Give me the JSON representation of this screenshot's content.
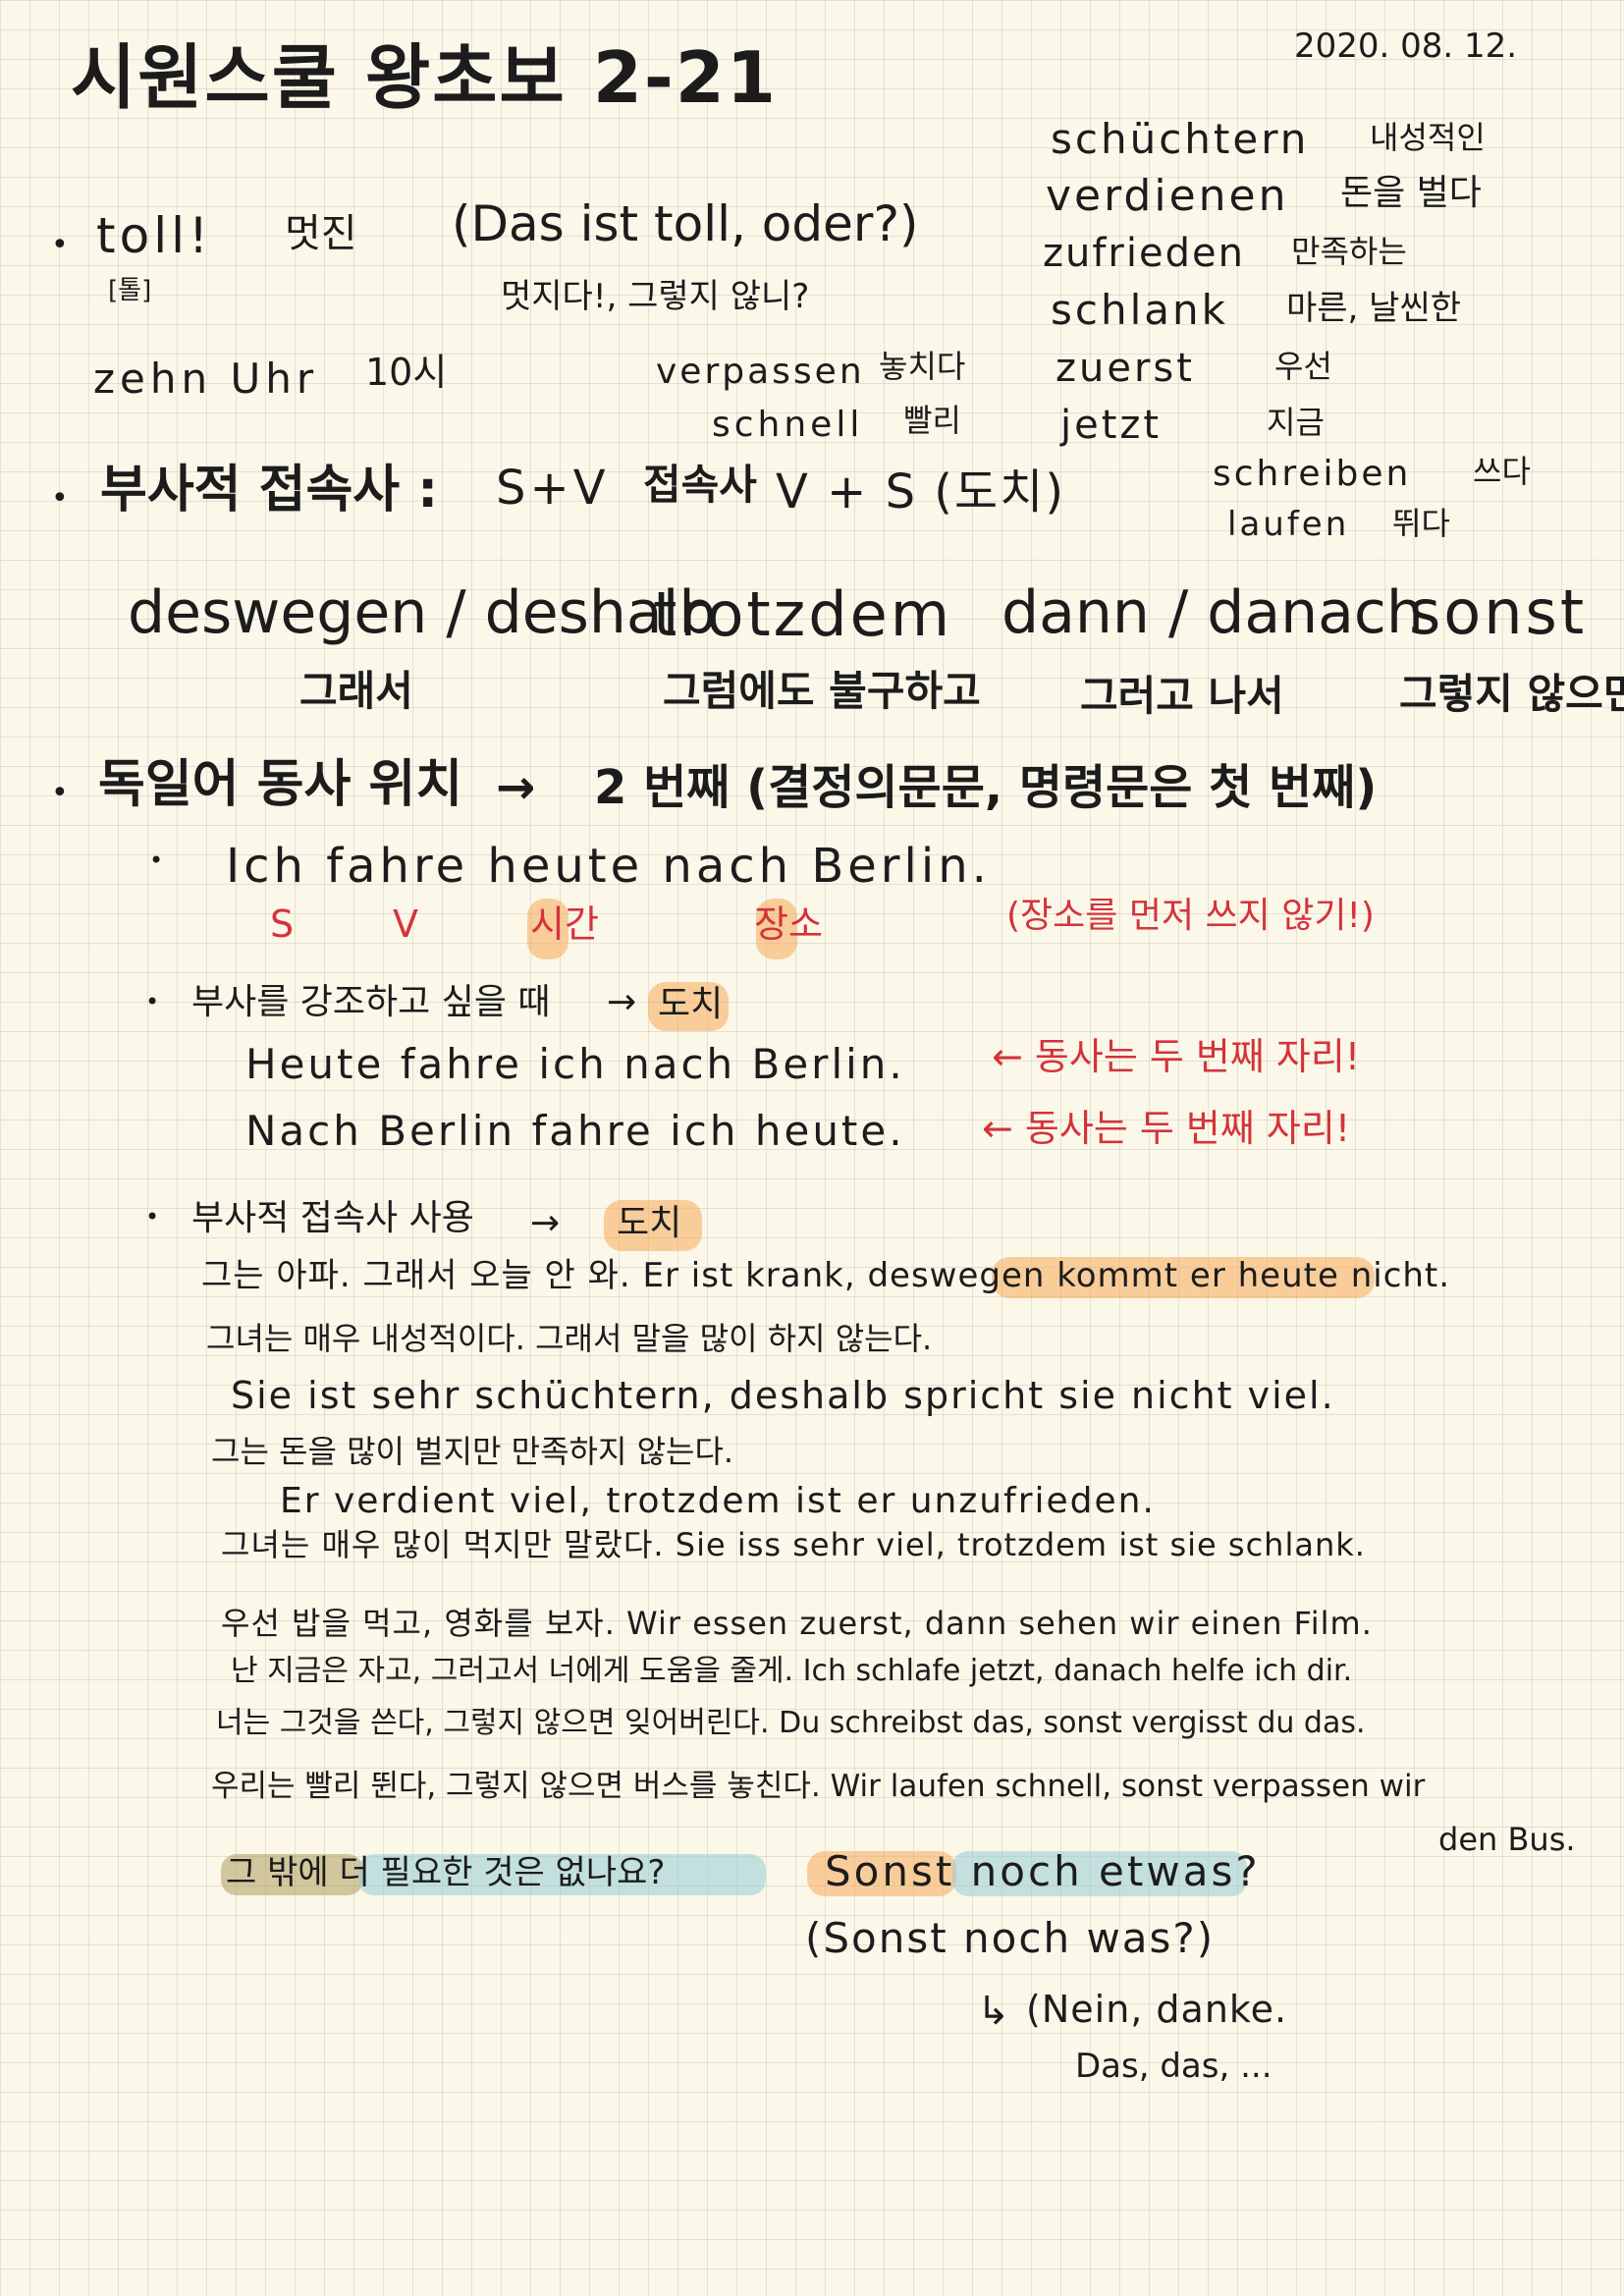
{
  "title": "시원스쿨 왕초보 2-21",
  "date": "2020. 08. 12.",
  "vocab": [
    {
      "de": "schüchtern",
      "ko": "내성적인"
    },
    {
      "de": "verdienen",
      "ko": "돈을 벌다"
    },
    {
      "de": "zufrieden",
      "ko": "만족하는"
    },
    {
      "de": "schlank",
      "ko": "마른, 날씬한"
    },
    {
      "de": "zuerst",
      "ko": "우선"
    },
    {
      "de": "jetzt",
      "ko": "지금"
    }
  ],
  "vocab_extra": [
    {
      "de": "schreiben",
      "ko": "쓰다"
    },
    {
      "de": "laufen",
      "ko": "뛰다"
    }
  ],
  "toll": {
    "word": "toll!",
    "meaning": "멋진",
    "pron": "[톨]",
    "example": "(Das ist toll, oder?)",
    "example_ko": "멋지다!, 그렇지 않니?"
  },
  "zehn_uhr": {
    "de": "zehn Uhr",
    "ko": "10시"
  },
  "verpassen": {
    "de": "verpassen",
    "ko": "놓치다"
  },
  "schnell": {
    "de": "schnell",
    "ko": "빨리"
  },
  "adverb_conj": {
    "heading": "부사적 접속사 :",
    "sv": "S+V",
    "conj": "접속사",
    "vs": "V + S (도치)"
  },
  "conjunctions": [
    {
      "de": "deswegen / deshalb",
      "ko": "그래서"
    },
    {
      "de": "trotzdem",
      "ko": "그럼에도 불구하고"
    },
    {
      "de": "dann / danach",
      "ko": "그러고 나서"
    },
    {
      "de": "sonst",
      "ko": "그렇지 않으면"
    }
  ],
  "verb_position": {
    "heading": "독일어 동사 위치",
    "arrow": "→",
    "rule": "2 번째 (결정의문문, 명령문은 첫 번째)"
  },
  "example1": {
    "sentence": "Ich fahre heute nach Berlin.",
    "labels": [
      "S",
      "V",
      "시간",
      "장소"
    ],
    "note": "(장소를 먼저 쓰지 않기!)"
  },
  "emphasis": {
    "heading": "부사를 강조하고 싶을 때",
    "arrow": "→",
    "tag": "도치",
    "lines": [
      {
        "de": "Heute fahre ich nach Berlin.",
        "note": "← 동사는 두 번째 자리!"
      },
      {
        "de": "Nach Berlin fahre ich heute.",
        "note": "← 동사는 두 번째 자리!"
      }
    ]
  },
  "usage": {
    "heading": "부사적 접속사 사용",
    "arrow": "→",
    "tag": "도치",
    "lines": [
      "그는 아파. 그래서 오늘 안 와. Er ist krank, deswegen kommt er heute nicht.",
      "그녀는 매우 내성적이다. 그래서 말을 많이 하지 않는다.",
      "Sie ist sehr schüchtern, deshalb spricht sie nicht viel.",
      "그는 돈을 많이 벌지만 만족하지 않는다.",
      "Er verdient viel, trotzdem ist er unzufrieden.",
      "그녀는 매우 많이 먹지만 말랐다. Sie iss sehr viel, trotzdem ist sie schlank.",
      "우선 밥을 먹고, 영화를 보자. Wir essen zuerst, dann sehen wir einen Film.",
      "난 지금은 자고, 그러고서 너에게 도움을 줄게. Ich schlafe jetzt, danach helfe ich dir.",
      "너는 그것을 쓴다, 그렇지 않으면 잊어버린다. Du schreibst das, sonst vergisst du das.",
      "우리는 빨리 뛴다, 그렇지 않으면 버스를 놓친다. Wir laufen schnell, sonst verpassen wir",
      "den Bus."
    ]
  },
  "closing": {
    "ko": "그 밖에 더 필요한 것은 없나요?",
    "de": "Sonst noch etwas?",
    "alt": "(Sonst noch was?)",
    "reply_arrow": "↳",
    "reply1": "(Nein, danke.",
    "reply2": "Das, das, ..."
  }
}
